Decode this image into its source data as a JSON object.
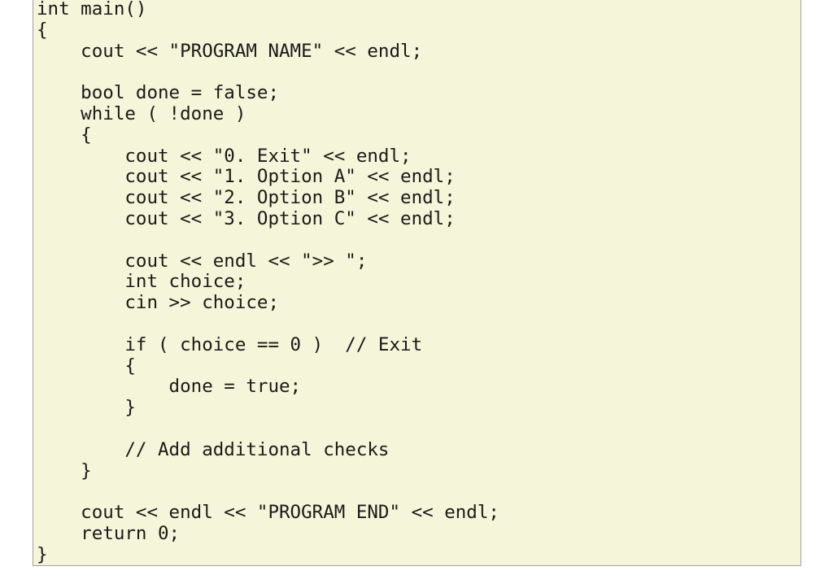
{
  "code": {
    "lines": [
      "int main()",
      "{",
      "    cout << \"PROGRAM NAME\" << endl;",
      "",
      "    bool done = false;",
      "    while ( !done )",
      "    {",
      "        cout << \"0. Exit\" << endl;",
      "        cout << \"1. Option A\" << endl;",
      "        cout << \"2. Option B\" << endl;",
      "        cout << \"3. Option C\" << endl;",
      "",
      "        cout << endl << \">> \";",
      "        int choice;",
      "        cin >> choice;",
      "",
      "        if ( choice == 0 )  // Exit",
      "        {",
      "            done = true;",
      "        }",
      "",
      "        // Add additional checks",
      "    }",
      "",
      "    cout << endl << \"PROGRAM END\" << endl;",
      "    return 0;",
      "}"
    ]
  },
  "colors": {
    "background": "#f5f5d9",
    "border": "#a0a0a0",
    "text": "#1a1a1a"
  }
}
